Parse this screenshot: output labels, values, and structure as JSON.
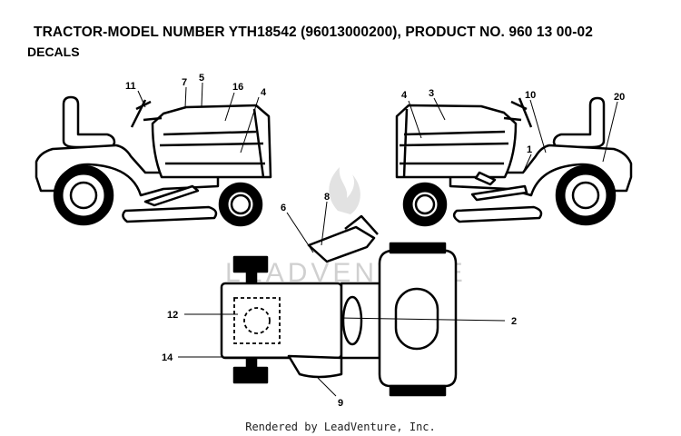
{
  "header": {
    "title": "TRACTOR-MODEL NUMBER YTH18542 (96013000200), PRODUCT NO. 960 13 00-02",
    "subtitle": "DECALS"
  },
  "watermark": "LEADVENTURE",
  "footer": "Rendered by LeadVenture, Inc.",
  "callouts": {
    "c1": "1",
    "c2": "2",
    "c3": "3",
    "c4a": "4",
    "c4b": "4",
    "c5": "5",
    "c6": "6",
    "c7": "7",
    "c8": "8",
    "c9": "9",
    "c10": "10",
    "c11": "11",
    "c12": "12",
    "c14": "14",
    "c16": "16",
    "c20": "20"
  }
}
